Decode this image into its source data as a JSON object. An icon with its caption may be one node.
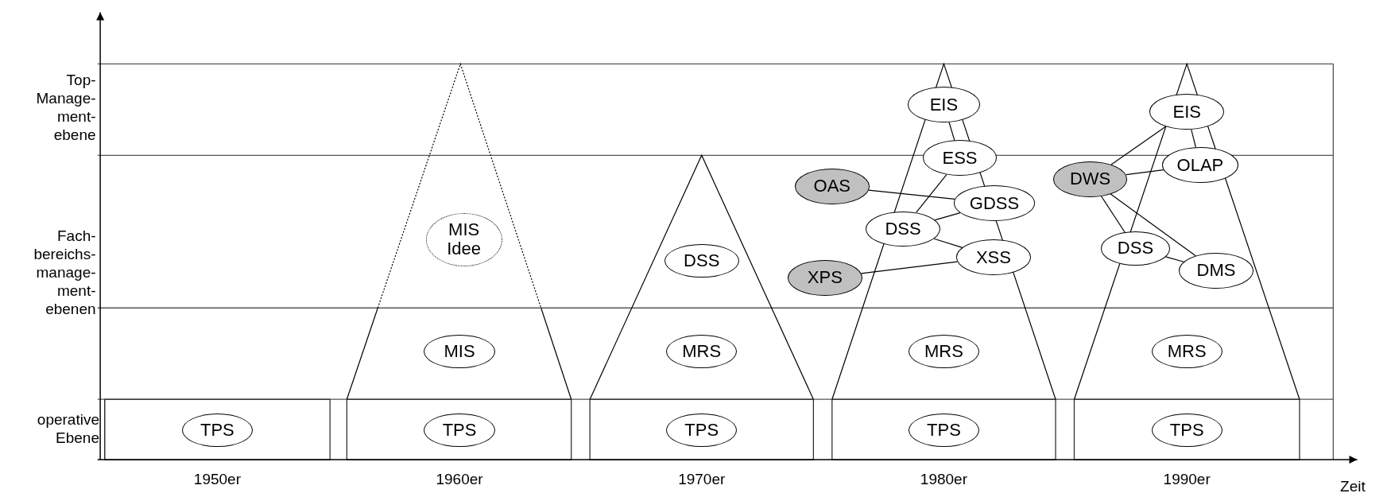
{
  "diagram": {
    "nodes": [
      {
        "text": [
          "TPS"
        ]
      },
      {
        "text": [
          "MIS Idee"
        ]
      },
      {
        "text": [
          "MIS"
        ]
      },
      {
        "text": [
          "TPS"
        ]
      },
      {
        "text": [
          "DSS"
        ]
      },
      {
        "text": [
          "MRS"
        ]
      },
      {
        "text": [
          "TPS"
        ]
      },
      {
        "text": [
          "EIS"
        ]
      },
      {
        "text": [
          "ESS"
        ]
      },
      {
        "text": [
          "OAS"
        ]
      },
      {
        "text": [
          "GDSS"
        ]
      },
      {
        "text": [
          "DSS"
        ]
      },
      {
        "text": [
          "XSS"
        ]
      },
      {
        "text": [
          "XPS"
        ]
      },
      {
        "text": [
          "MRS"
        ]
      },
      {
        "text": [
          "TPS"
        ]
      },
      {
        "text": [
          "EIS"
        ]
      },
      {
        "text": [
          "OLAP"
        ]
      },
      {
        "text": [
          "DWS"
        ]
      },
      {
        "text": [
          "DSS"
        ]
      },
      {
        "text": [
          "DMS"
        ]
      },
      {
        "text": [
          "MRS"
        ]
      },
      {
        "text": [
          "TPS"
        ]
      }
    ],
    "edges": [
      {
        "from": 7,
        "to": 8,
        "arrow": "none"
      },
      {
        "from": 8,
        "to": 11,
        "arrow": "none"
      },
      {
        "from": 9,
        "to": 10,
        "arrow": "none"
      },
      {
        "from": 11,
        "to": 10,
        "arrow": "none"
      },
      {
        "from": 11,
        "to": 12,
        "arrow": "none"
      },
      {
        "from": 13,
        "to": 12,
        "arrow": "none"
      },
      {
        "from": 16,
        "to": 18,
        "arrow": "none"
      },
      {
        "from": 16,
        "to": 17,
        "arrow": "none"
      },
      {
        "from": 18,
        "to": 17,
        "arrow": "none"
      },
      {
        "from": 18,
        "to": 19,
        "arrow": "none"
      },
      {
        "from": 18,
        "to": 20,
        "arrow": "none"
      },
      {
        "from": 19,
        "to": 20,
        "arrow": "none"
      }
    ],
    "labels": [
      "Top- Manage- ment- ebene",
      "Fach- bereichs- manage- ment- ebenen",
      "operative Ebene",
      "1950er",
      "1960er",
      "1970er",
      "1980er",
      "1990er",
      "Zeit"
    ]
  }
}
